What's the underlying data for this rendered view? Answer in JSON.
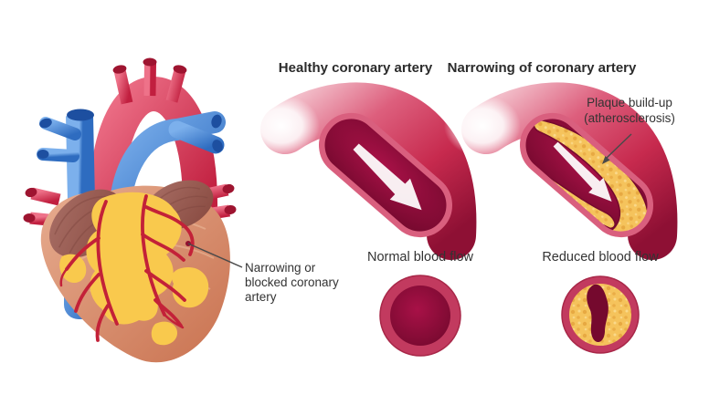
{
  "figure": {
    "heart": {
      "label": {
        "line1": "Narrowing or",
        "line2": "blocked coronary",
        "line3": "artery"
      }
    },
    "healthy": {
      "title": "Healthy coronary artery",
      "flow_label": "Normal blood flow"
    },
    "narrowed": {
      "title": "Narrowing of coronary artery",
      "flow_label": "Reduced blood flow",
      "callout": {
        "line1": "Plaque build-up",
        "line2": "(atherosclerosis)"
      }
    }
  },
  "colors": {
    "page-bg": "#ffffff",
    "text-dark": "#2b2b2b",
    "text-label": "#333333",
    "pointer-line": "#4a4a4a",
    "artery-wall": "#c72a4e",
    "artery-wall-dark": "#8e1034",
    "artery-rim": "#d95f7e",
    "artery-ring": "#c23a5f",
    "lumen-dark": "#75092e",
    "lumen-mid": "#a81147",
    "plaque": "#f5c35c",
    "plaque-dot": "#e29f38",
    "arrow-white": "#ffffff",
    "aorta-red": "#d5294b",
    "aorta-cap-dark": "#9e1430",
    "vein-blue": "#3f82d6",
    "vein-cap-dark": "#1d4fa0",
    "heart-muscle": "#d9926f",
    "atrium-mauve": "#9c6058",
    "fat-yellow": "#f9c94d",
    "coronary-red": "#c32138"
  }
}
